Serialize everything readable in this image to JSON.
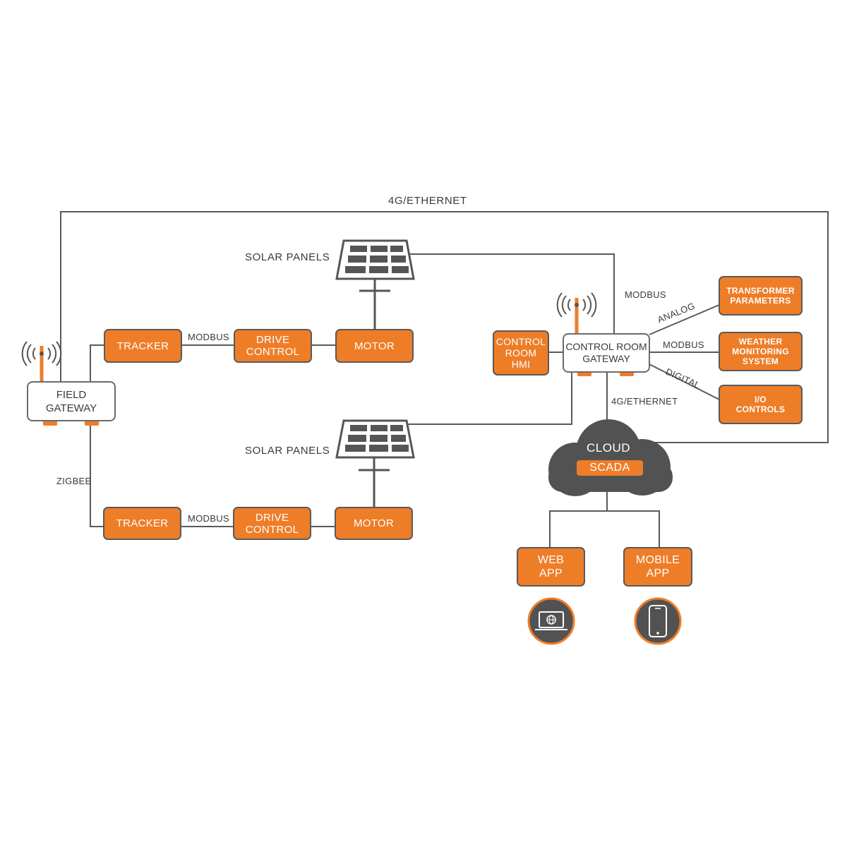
{
  "links": {
    "top_network": "4G/ETHERNET",
    "cloud_network": "4G/ETHERNET",
    "zigbee": "ZIGBEE",
    "modbus_top": "MODBUS",
    "modbus_bottom": "MODBUS",
    "modbus_gateway": "MODBUS",
    "modbus_weather": "MODBUS",
    "analog": "ANALOG",
    "digital": "DIGITAL"
  },
  "solar_panels": {
    "top": "SOLAR PANELS",
    "bottom": "SOLAR PANELS"
  },
  "field": {
    "gateway": "FIELD\nGATEWAY",
    "tracker_top": "TRACKER",
    "tracker_bottom": "TRACKER",
    "drive_top": "DRIVE\nCONTROL",
    "drive_bottom": "DRIVE\nCONTROL",
    "motor_top": "MOTOR",
    "motor_bottom": "MOTOR"
  },
  "control_room": {
    "hmi": "CONTROL\nROOM\nHMI",
    "gateway": "CONTROL ROOM\nGATEWAY",
    "transformer": "TRANSFORMER\nPARAMETERS",
    "weather": "WEATHER\nMONITORING\nSYSTEM",
    "io": "I/O\nCONTROLS"
  },
  "cloud": {
    "title": "CLOUD",
    "badge": "SCADA"
  },
  "apps": {
    "web": "WEB\nAPP",
    "mobile": "MOBILE\nAPP"
  },
  "icons": {
    "antenna": "antenna-icon",
    "solar": "solar-panel-icon",
    "laptop": "laptop-globe-icon",
    "phone": "smartphone-icon"
  },
  "colors": {
    "accent": "#ee7d28",
    "dark": "#525252",
    "line": "#5a5a5a"
  }
}
